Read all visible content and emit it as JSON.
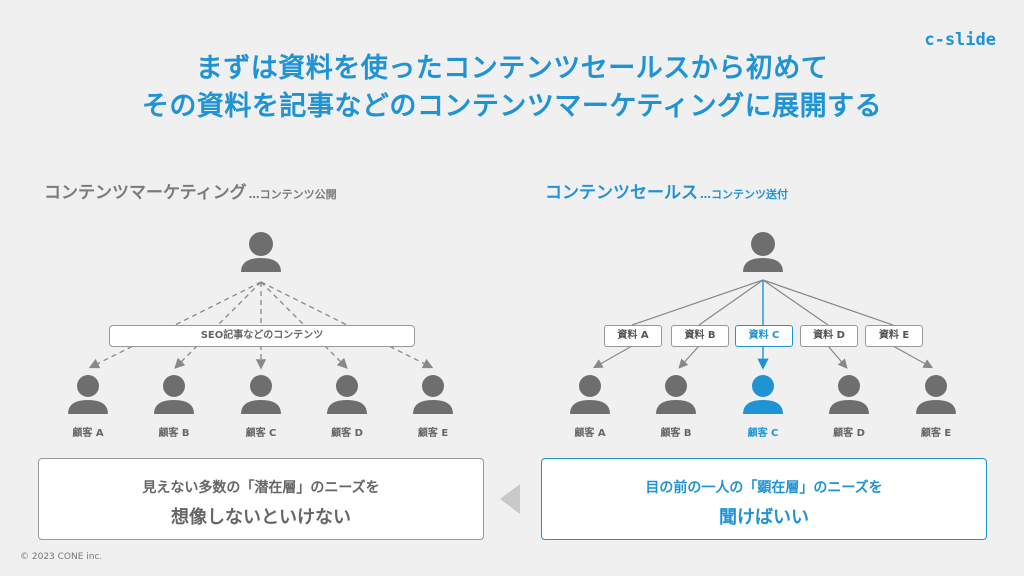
{
  "header": {
    "title_line1": "まずは資料を使ったコンテンツセールスから初めて",
    "title_line2": "その資料を記事などのコンテンツマーケティングに展開する",
    "logo": "c-slide"
  },
  "left": {
    "title": "コンテンツマーケティング",
    "subtitle": "…コンテンツ公開",
    "content_label": "SEO記事などのコンテンツ",
    "customers": [
      "顧客 A",
      "顧客 B",
      "顧客 C",
      "顧客 D",
      "顧客 E"
    ],
    "message_line1": "見えない多数の「潜在層」のニーズを",
    "message_line2": "想像しないといけない"
  },
  "right": {
    "title": "コンテンツセールス",
    "subtitle": "…コンテンツ送付",
    "documents": [
      "資料 A",
      "資料 B",
      "資料 C",
      "資料 D",
      "資料 E"
    ],
    "customers": [
      "顧客 A",
      "顧客 B",
      "顧客 C",
      "顧客 D",
      "顧客 E"
    ],
    "highlighted_index": 2,
    "message_line1": "目の前の一人の「顕在層」のニーズを",
    "message_line2": "聞けばいい"
  },
  "colors": {
    "accent": "#1f93d4",
    "gray": "#7a7a7a",
    "background": "#f0f0f0"
  },
  "footer": {
    "copyright": "© 2023 CONE inc."
  }
}
